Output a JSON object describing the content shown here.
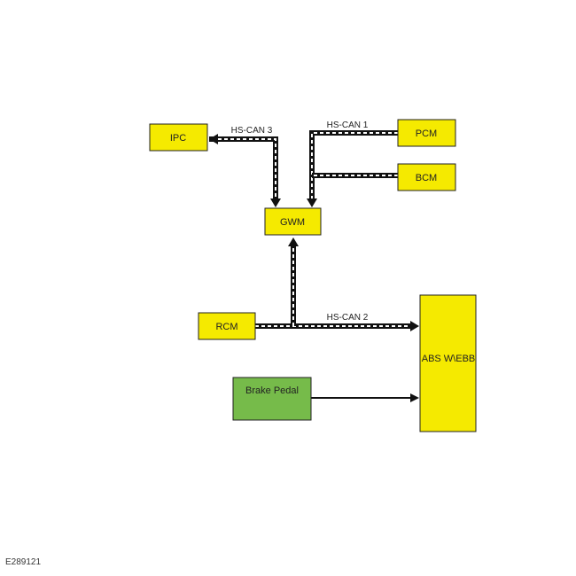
{
  "modules": {
    "ipc": "IPC",
    "pcm": "PCM",
    "bcm": "BCM",
    "gwm": "GWM",
    "rcm": "RCM",
    "abs": "ABS W\\EBB",
    "brake_pedal": "Brake Pedal"
  },
  "buses": {
    "hs_can_1": "HS-CAN 1",
    "hs_can_2": "HS-CAN 2",
    "hs_can_3": "HS-CAN 3"
  },
  "figure_id": "E289121",
  "colors": {
    "module_fill": "#f5ea00",
    "pedal_fill": "#76bb4a",
    "outline": "#222222",
    "bus_dash": "#ffffff"
  }
}
